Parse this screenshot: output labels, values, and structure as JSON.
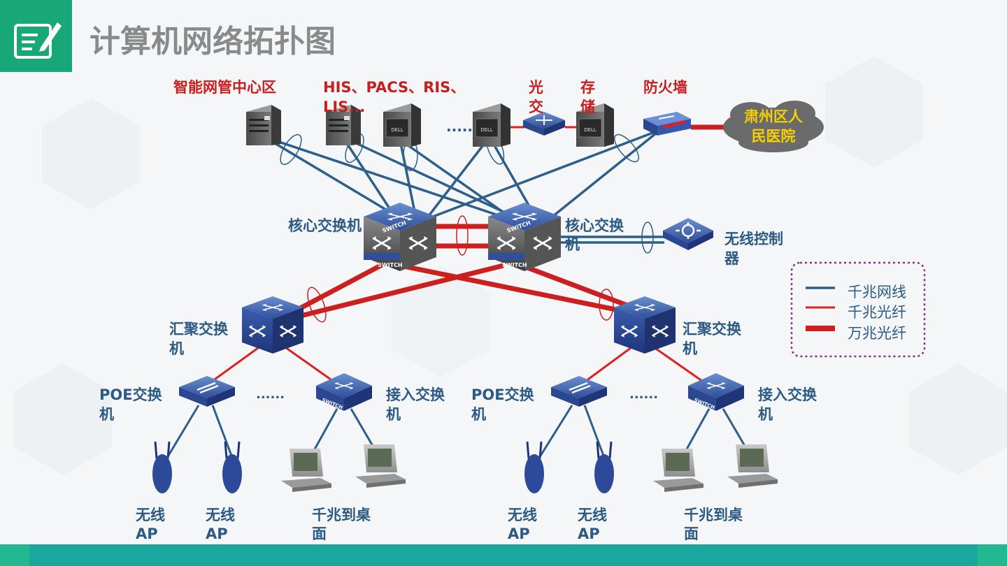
{
  "header": {
    "title": "计算机网络拓扑图",
    "icon": "edit-note-icon"
  },
  "labels": {
    "smart_mgmt": "智能网管中心区",
    "his": [
      "HIS、PACS、RIS、",
      "LIS..."
    ],
    "optical_switch": [
      "光",
      "交"
    ],
    "storage": [
      "存",
      "储"
    ],
    "firewall": "防火墙",
    "internet_cloud": [
      "肃州区人",
      "民医院"
    ],
    "core_left": "核心交换机",
    "core_right": [
      "核心交换",
      "机"
    ],
    "wireless_controller": [
      "无线控制",
      "器"
    ],
    "agg_left": [
      "汇聚交换",
      "机"
    ],
    "agg_right": [
      "汇聚交换",
      "机"
    ],
    "poe_left": [
      "POE交换",
      "机"
    ],
    "poe_right": [
      "POE交换",
      "机"
    ],
    "access_left": [
      "接入交换",
      "机"
    ],
    "access_right": [
      "接入交换",
      "机"
    ],
    "ap": [
      "无线",
      "AP"
    ],
    "desktop": [
      "千兆到桌",
      "面"
    ],
    "ellipsis": "......",
    "switch_badge": "SWITCH"
  },
  "legend": [
    {
      "label": "千兆网线",
      "color": "#2d5f8a",
      "kind": "thin"
    },
    {
      "label": "千兆光纤",
      "color": "#e02020",
      "kind": "thin"
    },
    {
      "label": "万兆光纤",
      "color": "#cc1f1f",
      "kind": "thick"
    }
  ],
  "colors": {
    "accent_green": "#18a878",
    "footer_teal": "#1aa89e",
    "label_blue": "#2c5a85",
    "label_red": "#c81e1e",
    "cloud_text": "#f5d000",
    "cable_blue": "#2d5f8a",
    "fiber_red": "#d42424",
    "legend_border": "#8b2f8b"
  }
}
